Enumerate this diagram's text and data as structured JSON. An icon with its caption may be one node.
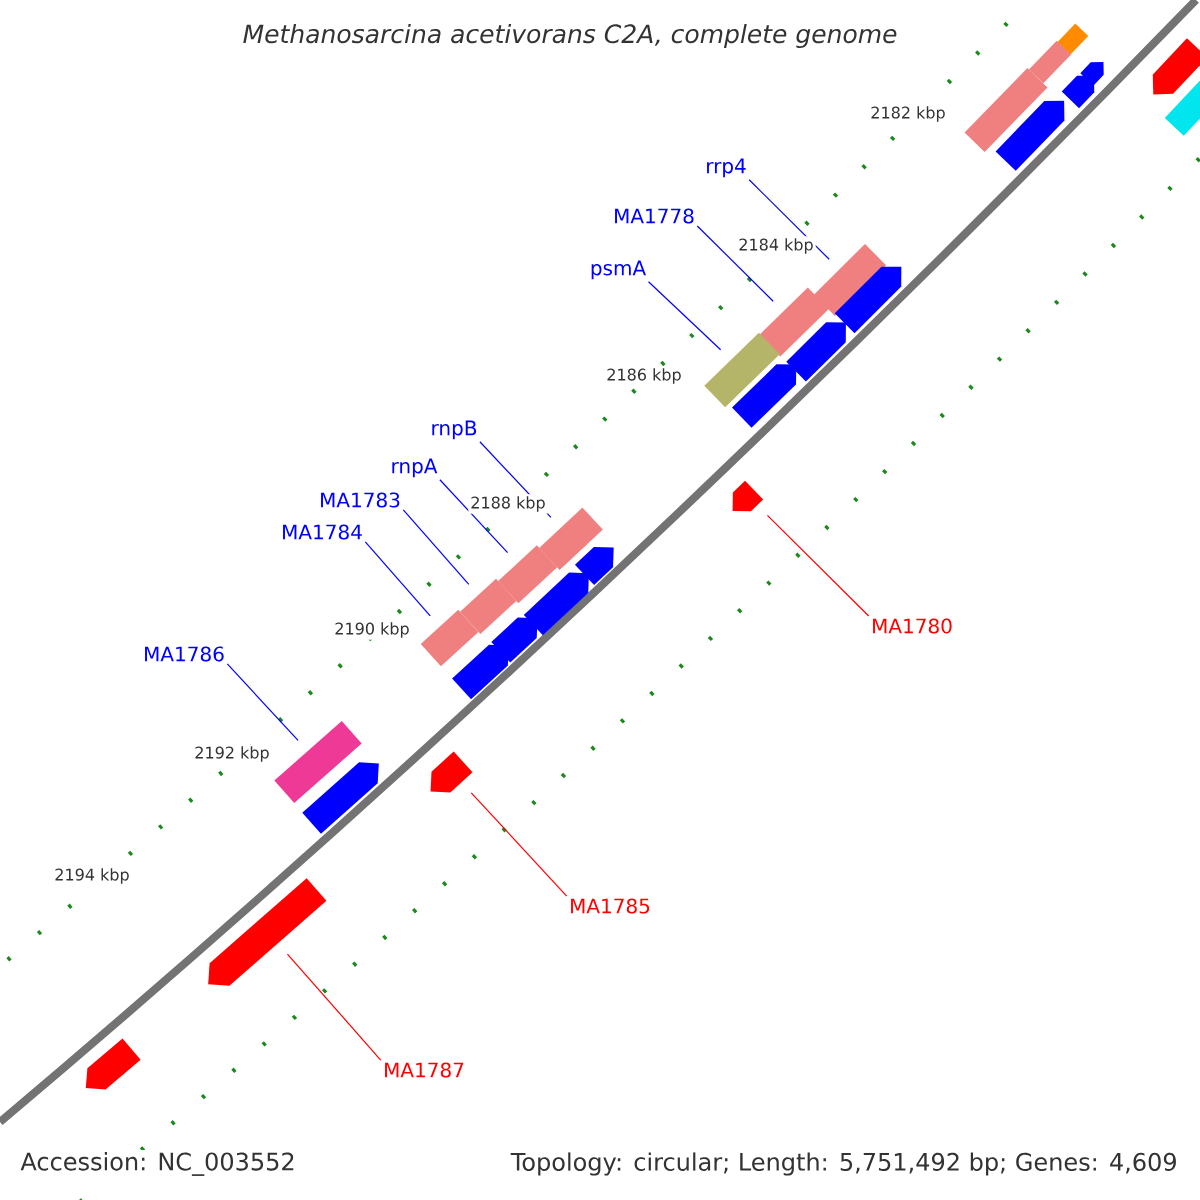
{
  "diagram": {
    "title": "Methanosarcina acetivorans C2A, complete genome",
    "nodes": [
      {
        "text": [
          "rrp4"
        ]
      },
      {
        "text": [
          "MA1778"
        ]
      },
      {
        "text": [
          "psmA"
        ]
      },
      {
        "text": [
          "rnpB"
        ]
      },
      {
        "text": [
          "rnpA"
        ]
      },
      {
        "text": [
          "MA1783"
        ]
      },
      {
        "text": [
          "MA1784"
        ]
      },
      {
        "text": [
          "MA1786"
        ]
      },
      {
        "text": [
          "MA1780"
        ]
      },
      {
        "text": [
          "MA1785"
        ]
      },
      {
        "text": [
          "MA1787"
        ]
      },
      {
        "text": [],
        "shape": "box"
      },
      {
        "text": [],
        "shape": "box"
      },
      {
        "text": [],
        "shape": "box"
      },
      {
        "text": [],
        "shape": "box"
      },
      {
        "text": [],
        "shape": "box"
      },
      {
        "text": [],
        "shape": "box"
      },
      {
        "text": [],
        "shape": "box"
      },
      {
        "text": [],
        "shape": "box"
      },
      {
        "text": [],
        "shape": "arrow"
      },
      {
        "text": [],
        "shape": "arrow"
      },
      {
        "text": [],
        "shape": "arrow"
      },
      {
        "text": [],
        "shape": "box"
      },
      {
        "text": [],
        "shape": "box"
      },
      {
        "text": [],
        "shape": "box"
      },
      {
        "text": [],
        "shape": "arrow"
      },
      {
        "text": [],
        "shape": "arrow"
      },
      {
        "text": [],
        "shape": "arrow"
      },
      {
        "text": [],
        "shape": "arrow"
      },
      {
        "text": [],
        "shape": "box"
      },
      {
        "text": [],
        "shape": "arrow"
      },
      {
        "text": [],
        "shape": "arrow"
      },
      {
        "text": [],
        "shape": "arrow"
      },
      {
        "text": [],
        "shape": "arrow"
      },
      {
        "text": [],
        "shape": "arrow"
      },
      {
        "text": [],
        "shape": "arrow"
      },
      {
        "text": [],
        "shape": "arrow"
      },
      {
        "text": [],
        "shape": "arrow"
      },
      {
        "text": [],
        "shape": "arrow"
      }
    ],
    "edges": [
      {
        "from": 0,
        "to": 11,
        "arrow": "none"
      },
      {
        "from": 1,
        "to": 12,
        "arrow": "none"
      },
      {
        "from": 2,
        "to": 13,
        "arrow": "none"
      },
      {
        "from": 3,
        "to": 14,
        "arrow": "none"
      },
      {
        "from": 4,
        "to": 15,
        "arrow": "none"
      },
      {
        "from": 5,
        "to": 16,
        "arrow": "none"
      },
      {
        "from": 6,
        "to": 17,
        "arrow": "none"
      },
      {
        "from": 7,
        "to": 18,
        "arrow": "none"
      },
      {
        "from": 8,
        "to": 19,
        "arrow": "none",
        "color": "#ff0000"
      },
      {
        "from": 9,
        "to": 20,
        "arrow": "none",
        "color": "#ff0000"
      },
      {
        "from": 10,
        "to": 21,
        "arrow": "none",
        "color": "#ff0000"
      }
    ],
    "labels": [
      "2182 kbp",
      "2184 kbp",
      "2186 kbp",
      "2188 kbp",
      "2190 kbp",
      "2192 kbp",
      "2194 kbp",
      "Accession: NC_003552",
      "Topology: circular; Length: 5,751,492 bp; Genes: 4,609"
    ]
  }
}
